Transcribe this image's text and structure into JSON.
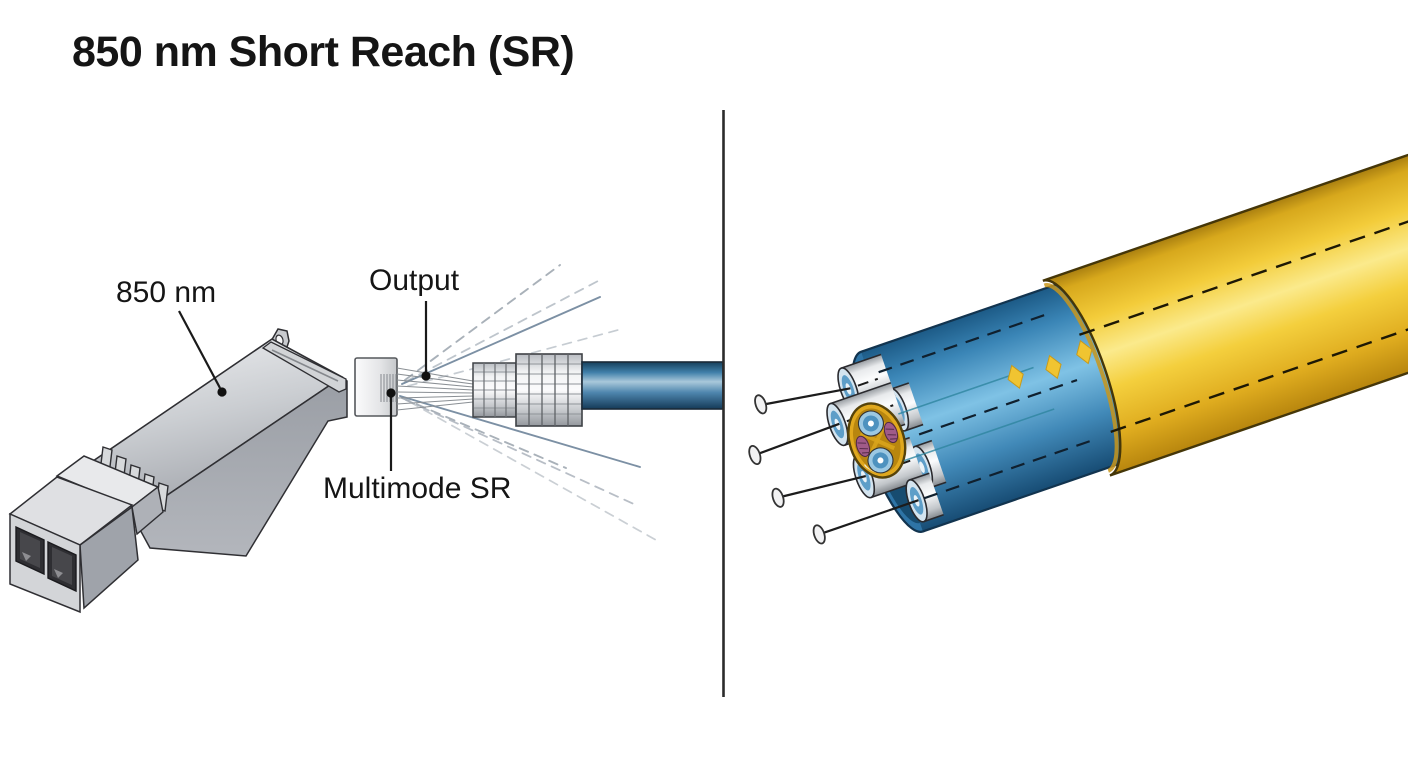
{
  "title": "850 nm Short Reach (SR)",
  "left_panel": {
    "transceiver_label": "850 nm",
    "output_label": "Output",
    "fiber_label": "Multimode SR"
  },
  "colors": {
    "background": "#FFFFFF",
    "text": "#151515",
    "cable_jacket_yellow": "#F2CC35",
    "inner_buffer_blue": "#55A8D6",
    "patch_cable_blue": "#3E86B8",
    "transceiver_gray": "#C8CACD",
    "divider": "#2B2B2B"
  }
}
